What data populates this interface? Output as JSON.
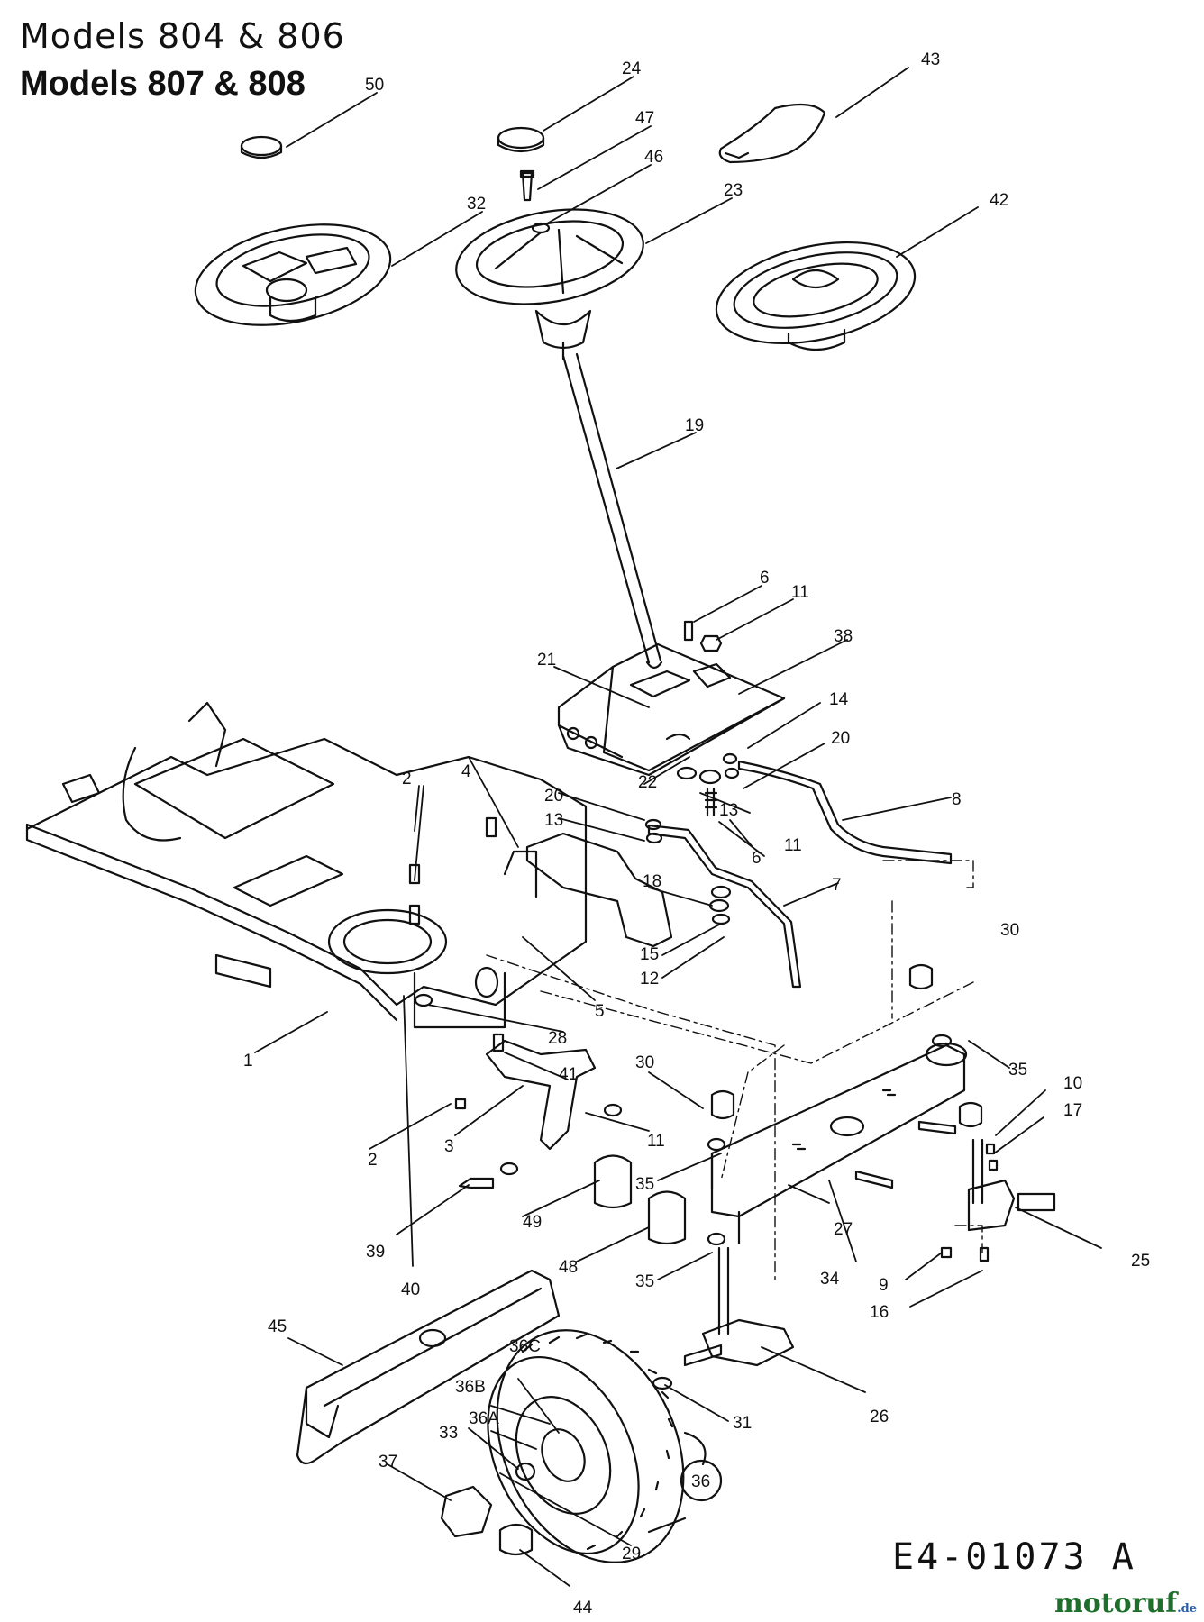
{
  "header": {
    "line1": "Models 804 & 806",
    "line2": "Models 807 & 808"
  },
  "diagram_code": "E4-01073 A",
  "watermark": {
    "text": "motoruf",
    "suffix": ".de"
  },
  "callouts": [
    "50",
    "24",
    "47",
    "46",
    "43",
    "32",
    "23",
    "42",
    "19",
    "6",
    "11",
    "38",
    "21",
    "14",
    "20",
    "22",
    "13",
    "8",
    "11",
    "6",
    "2",
    "4",
    "20",
    "13",
    "18",
    "7",
    "15",
    "12",
    "5",
    "28",
    "1",
    "30",
    "41",
    "30",
    "35",
    "10",
    "17",
    "2",
    "3",
    "11",
    "35",
    "39",
    "40",
    "49",
    "48",
    "35",
    "27",
    "34",
    "9",
    "16",
    "25",
    "45",
    "36C",
    "36B",
    "36A",
    "33",
    "37",
    "31",
    "26",
    "36",
    "29",
    "44"
  ],
  "colors": {
    "line": "#111111",
    "watermark": "#1f6f2c"
  }
}
